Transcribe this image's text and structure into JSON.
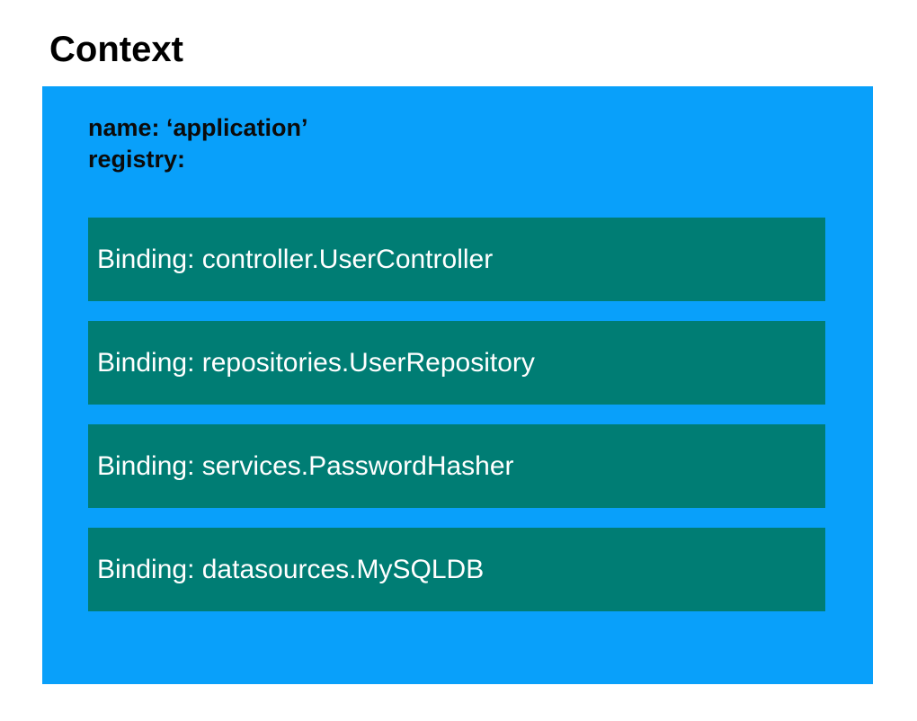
{
  "title": "Context",
  "context": {
    "name_line": "name: ‘application’",
    "registry_line": "registry:",
    "bindings": [
      {
        "label": "Binding: controller.UserController"
      },
      {
        "label": "Binding: repositories.UserRepository"
      },
      {
        "label": "Binding: services.PasswordHasher"
      },
      {
        "label": "Binding: datasources.MySQLDB"
      }
    ]
  },
  "colors": {
    "context_background": "#09A0FA",
    "binding_background": "#007D74",
    "binding_text": "#FFFFFF",
    "title_text": "#000000",
    "properties_text": "#0B0B0B",
    "page_background": "#FFFFFF"
  }
}
